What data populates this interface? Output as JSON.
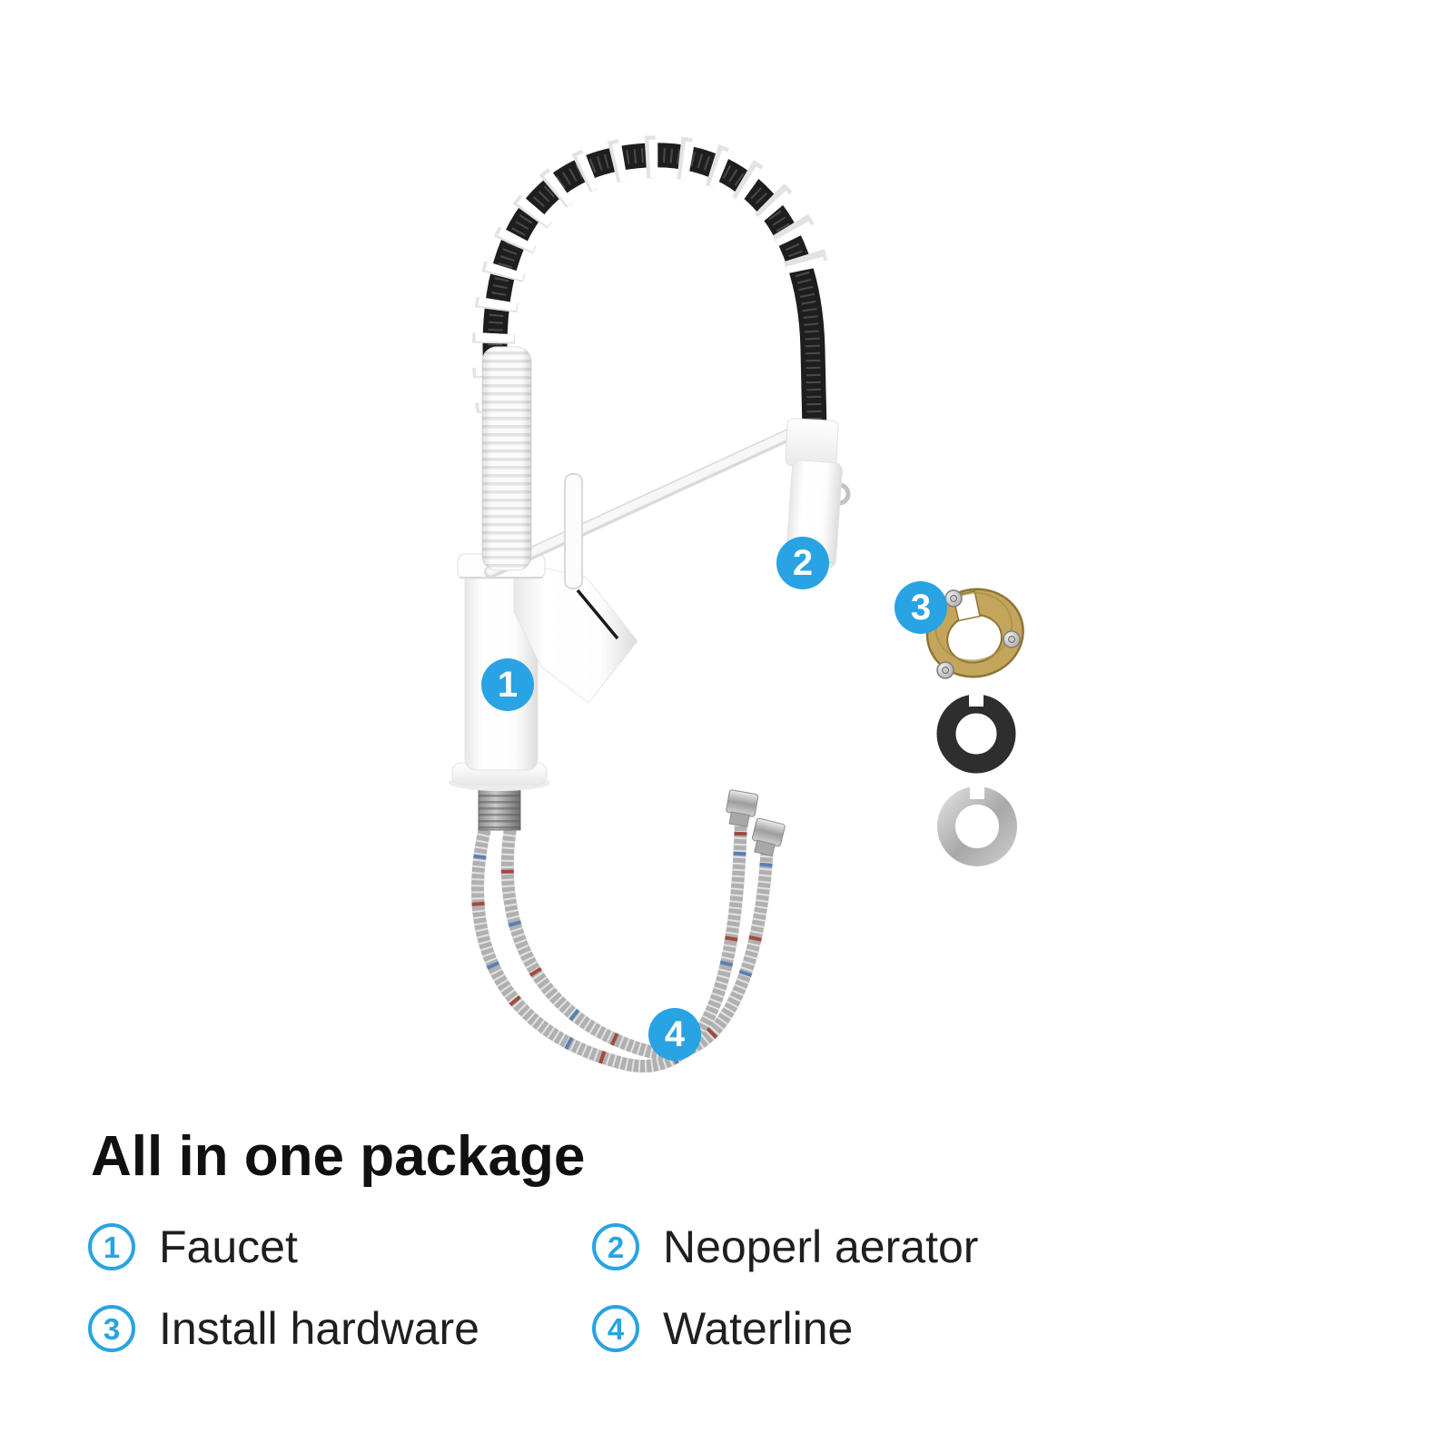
{
  "image": {
    "type": "product-parts-diagram",
    "background": "#ffffff",
    "accent_color": "#29a3e3",
    "callouts": [
      {
        "number": "1",
        "label": "Faucet"
      },
      {
        "number": "2",
        "label": "Neoperl aerator"
      },
      {
        "number": "3",
        "label": "Install hardware"
      },
      {
        "number": "4",
        "label": "Waterline"
      }
    ],
    "parts": [
      "white pull-down faucet with spring spout",
      "sprayer wand with neoperl aerator",
      "brass mounting ring with screws, rubber gasket, steel washer",
      "two braided stainless water supply lines"
    ],
    "part_colors": {
      "faucet_white": "#fafafa",
      "hose_black": "#1e1e1e",
      "brass": "#c2a55b",
      "gasket_black": "#2e2e2e",
      "steel": "#b7b7b7"
    }
  },
  "legend": {
    "title": "All in one package",
    "items": [
      {
        "number": "1",
        "label": "Faucet"
      },
      {
        "number": "2",
        "label": "Neoperl aerator"
      },
      {
        "number": "3",
        "label": "Install hardware"
      },
      {
        "number": "4",
        "label": "Waterline"
      }
    ]
  }
}
